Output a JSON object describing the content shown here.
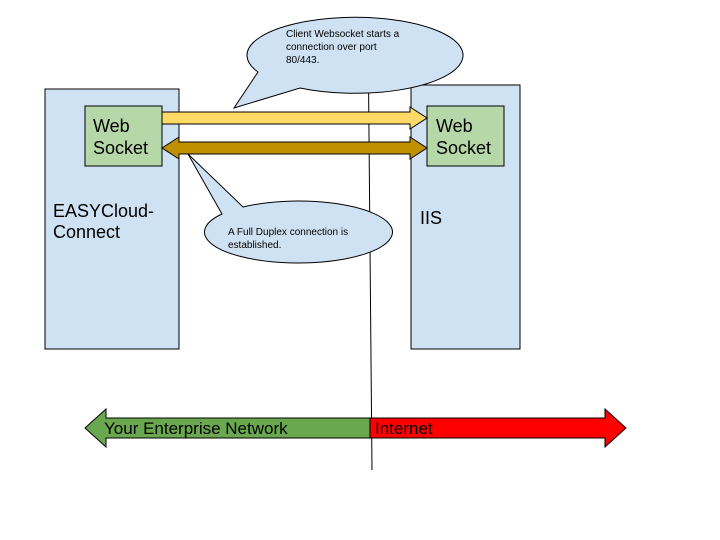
{
  "colors": {
    "box_fill": "#cfe2f3",
    "box_stroke": "#000000",
    "socket_fill": "#b6d7a8",
    "arrow_light": "#ffd966",
    "arrow_dark": "#bf9000",
    "callout_fill": "#cfe2f3",
    "network_green": "#6aa84f",
    "network_red": "#ff0000"
  },
  "left_server": {
    "name_line1": "EASYCloud-",
    "name_line2": "Connect",
    "socket_line1": "Web",
    "socket_line2": "Socket"
  },
  "right_server": {
    "name": "IIS",
    "socket_line1": "Web",
    "socket_line2": "Socket"
  },
  "callout_top": {
    "line1": "Client Websocket starts a",
    "line2": "connection over port",
    "line3": "80/443."
  },
  "callout_bottom": {
    "line1": "A Full Duplex connection is",
    "line2": "established."
  },
  "network_arrow": {
    "left_label": "Your Enterprise Network",
    "right_label": "Internet"
  }
}
